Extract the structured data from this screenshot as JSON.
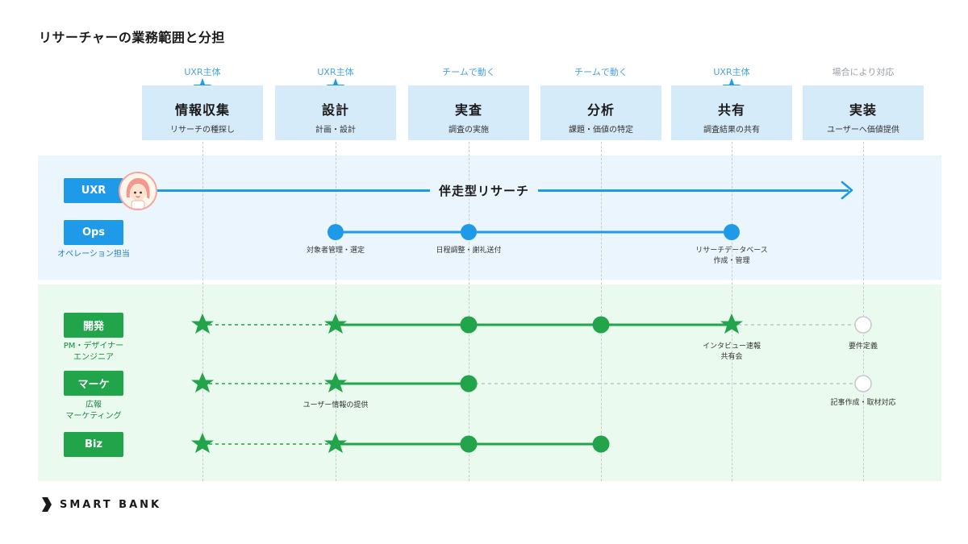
{
  "title": "リサーチャーの業務範囲と分担",
  "phases": [
    {
      "owner": "UXR主体",
      "owner_star": true,
      "name": "情報収集",
      "sub": "リサーチの種探し"
    },
    {
      "owner": "UXR主体",
      "owner_star": true,
      "name": "設計",
      "sub": "計画・設計"
    },
    {
      "owner": "チームで動く",
      "owner_star": false,
      "name": "実査",
      "sub": "調査の実施"
    },
    {
      "owner": "チームで動く",
      "owner_star": false,
      "name": "分析",
      "sub": "課題・価値の特定"
    },
    {
      "owner": "UXR主体",
      "owner_star": true,
      "name": "共有",
      "sub": "調査結果の共有"
    },
    {
      "owner": "場合により対応",
      "owner_star": false,
      "name": "実装",
      "sub": "ユーザーへ価値提供"
    }
  ],
  "uxr": {
    "tag": "UXR",
    "line_label": "伴走型リサーチ"
  },
  "ops": {
    "tag": "Ops",
    "sub": "オペレーション担当",
    "nodes": [
      {
        "label": "対象者管理・選定"
      },
      {
        "label": "日程調整・謝礼送付"
      },
      {
        "label": "リサーチデータベース",
        "label2": "作成・管理"
      }
    ]
  },
  "dev": {
    "tag": "開発",
    "sub1": "PM・デザイナー",
    "sub2": "エンジニア",
    "label_share": "インタビュー速報",
    "label_share2": "共有会",
    "label_impl": "要件定義"
  },
  "mkt": {
    "tag": "マーケ",
    "sub1": "広報",
    "sub2": "マーケティング",
    "label_design": "ユーザー情報の提供",
    "label_impl": "記事作成・取材対応"
  },
  "biz": {
    "tag": "Biz"
  },
  "brand": {
    "name": "SMART BANK"
  },
  "colors": {
    "blue": "#1f9ae8",
    "green": "#21a44a",
    "phase_bg": "#d6ebfa",
    "band_blue": "#eaf5fd",
    "band_green": "#eafaee",
    "owner_text": "#4aa3df",
    "grey": "#9aa0a6"
  }
}
